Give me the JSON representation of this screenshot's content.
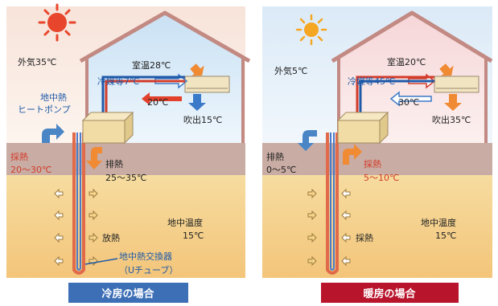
{
  "left": {
    "outside_temp": "外気35℃",
    "room_temp": "室温28℃",
    "refrigerant": "冷媒等7℃",
    "return_temp": "20℃",
    "outlet": "吹出15℃",
    "heatpump_line1": "地中熱",
    "heatpump_line2": "ヒートポンプ",
    "collect_label": "採熱",
    "collect_range": "20～30℃",
    "exhaust_label": "排熱",
    "exhaust_range": "25～35℃",
    "release_label": "放熱",
    "ground_temp_label": "地中温度",
    "ground_temp_value": "15℃",
    "exchanger_line1": "地中熱交換器",
    "exchanger_line2": "（Uチューブ）",
    "caption": "冷房の場合",
    "caption_color": "#3d6fb6"
  },
  "right": {
    "outside_temp": "外気5℃",
    "room_temp": "室温20℃",
    "refrigerant": "冷媒等45℃",
    "return_temp": "30℃",
    "outlet": "吹出35℃",
    "exhaust_label": "排熱",
    "exhaust_range": "0～5℃",
    "collect_label": "採熱",
    "collect_range": "5～10℃",
    "ground_collect_label": "採熱",
    "ground_temp_label": "地中温度",
    "ground_temp_value": "15℃",
    "caption": "暖房の場合",
    "caption_color": "#b8142c"
  }
}
